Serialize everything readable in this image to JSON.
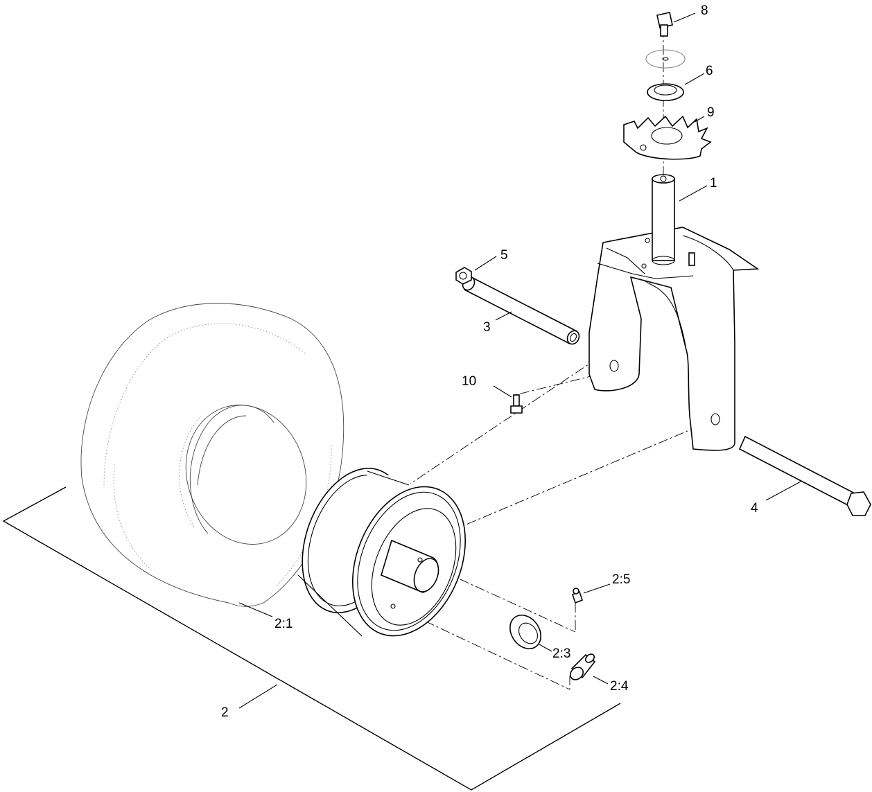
{
  "callouts": [
    {
      "id": "c1",
      "label": "1"
    },
    {
      "id": "c2",
      "label": "2"
    },
    {
      "id": "c21",
      "label": "2:1"
    },
    {
      "id": "c23",
      "label": "2:3"
    },
    {
      "id": "c24",
      "label": "2:4"
    },
    {
      "id": "c25",
      "label": "2:5"
    },
    {
      "id": "c3",
      "label": "3"
    },
    {
      "id": "c4",
      "label": "4"
    },
    {
      "id": "c5",
      "label": "5"
    },
    {
      "id": "c6",
      "label": "6"
    },
    {
      "id": "c8",
      "label": "8"
    },
    {
      "id": "c9",
      "label": "9"
    },
    {
      "id": "c10",
      "label": "10"
    }
  ]
}
